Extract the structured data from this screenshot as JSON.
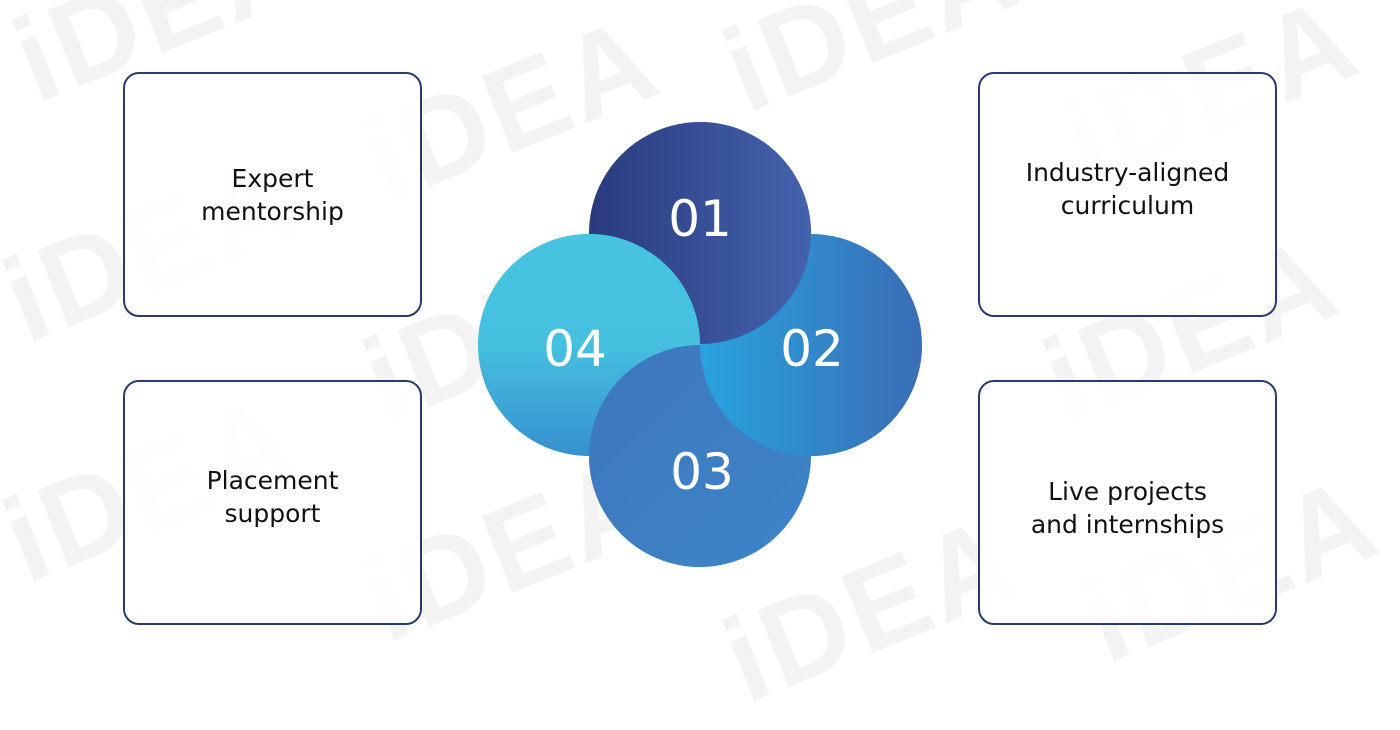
{
  "watermark": {
    "text": "iDEA"
  },
  "cards": [
    {
      "id": "expert-mentorship",
      "line1": "Expert",
      "line2": "mentorship"
    },
    {
      "id": "placement-support",
      "line1": "Placement",
      "line2": "support"
    },
    {
      "id": "industry-aligned-curriculum",
      "line1": "Industry-aligned",
      "line2": "curriculum"
    },
    {
      "id": "live-projects",
      "line1": "Live projects",
      "line2": "and internships"
    }
  ],
  "circles": [
    {
      "label": "01",
      "color_from": "#2a3b7e",
      "color_to": "#4160ab"
    },
    {
      "label": "02",
      "color_from": "#2aa0dc",
      "color_to": "#3a6bb5"
    },
    {
      "label": "03",
      "color_from": "#3d7bc0",
      "color_to": "#3a7ec4"
    },
    {
      "label": "04",
      "color_from": "#46c4e0",
      "color_to": "#3a8fcf"
    }
  ],
  "colors": {
    "card_border": "#2b3a6b",
    "text": "#111111",
    "background": "#ffffff"
  }
}
